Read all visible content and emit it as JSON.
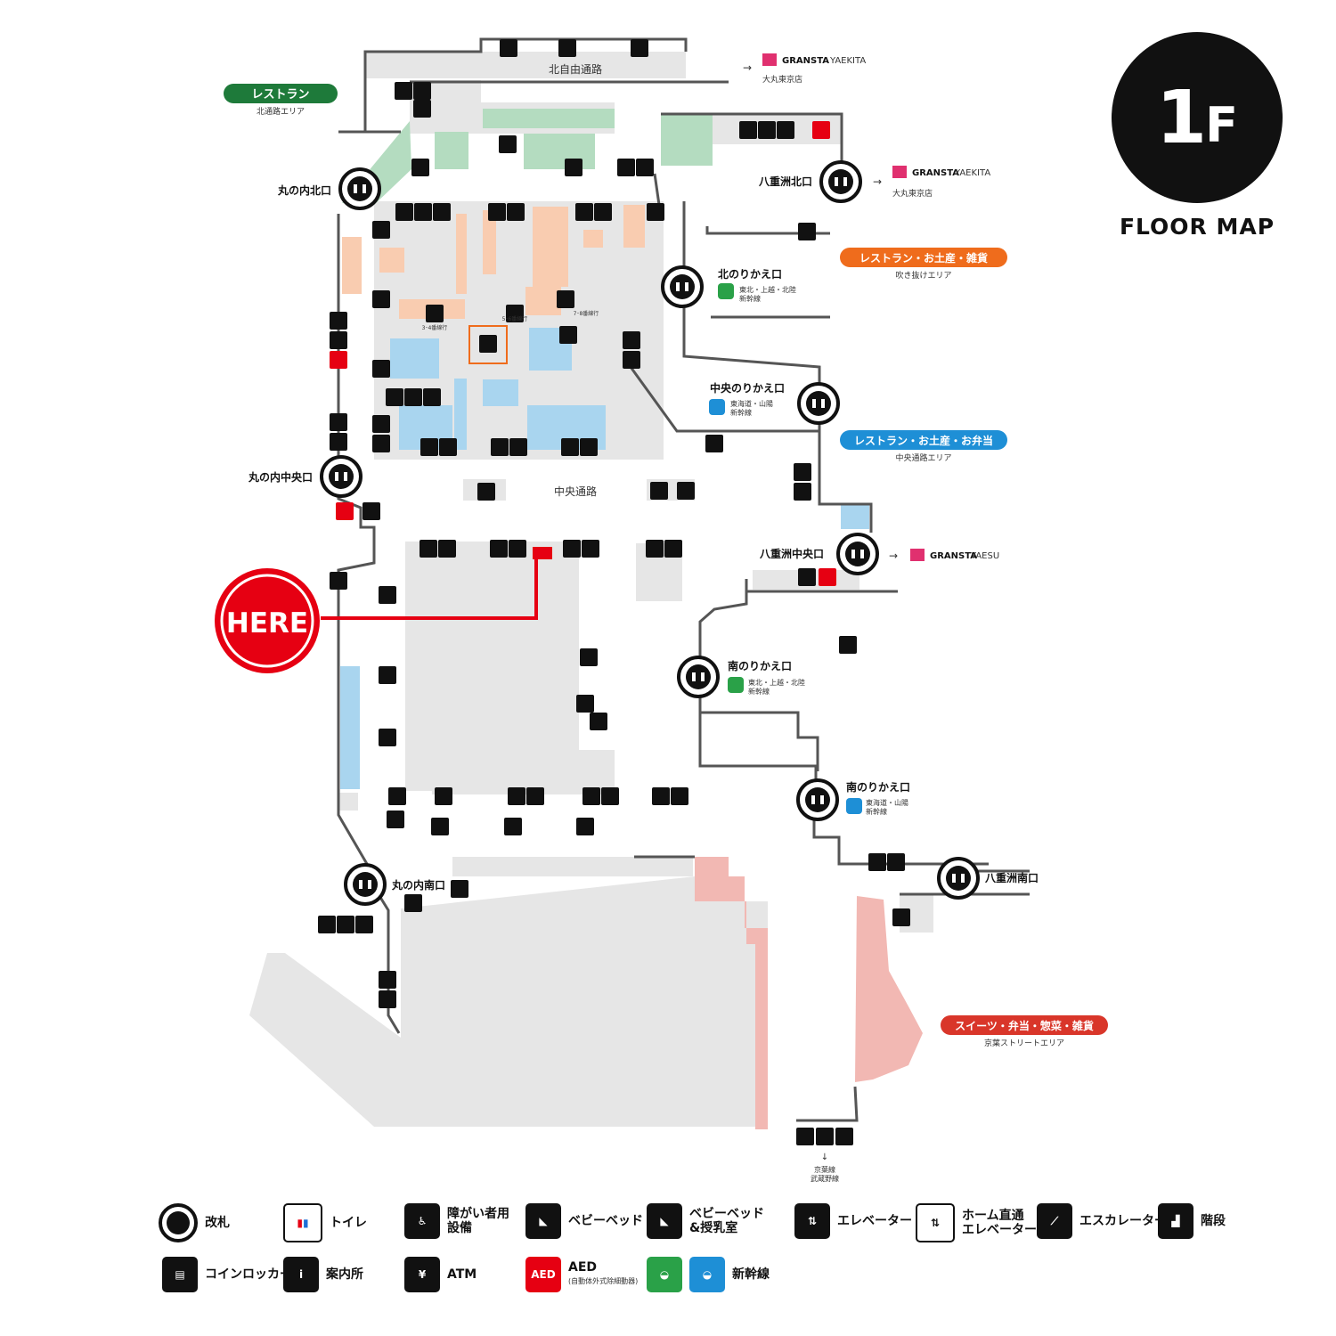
{
  "floor": {
    "number": "1",
    "suffix": "F",
    "caption": "FLOOR MAP"
  },
  "here": "HERE",
  "corridors": {
    "north": "北自由通路",
    "central": "中央通路"
  },
  "gates": {
    "marunouchi_north": "丸の内北口",
    "marunouchi_central": "丸の内中央口",
    "marunouchi_south": "丸の内南口",
    "yaesu_north": "八重洲北口",
    "yaesu_central": "八重洲中央口",
    "yaesu_south": "八重洲南口",
    "north_transfer": "北のりかえ口",
    "central_transfer": "中央のりかえ口",
    "south_transfer_1": "南のりかえ口",
    "south_transfer_2": "南のりかえ口"
  },
  "transfer_lines": {
    "north_1": "東北・上越・北陸",
    "north_2": "新幹線",
    "central_1": "東海道・山陽",
    "central_2": "新幹線",
    "south1_1": "東北・上越・北陸",
    "south1_2": "新幹線",
    "south2_1": "東海道・山陽",
    "south2_2": "新幹線"
  },
  "areas": {
    "restaurant": {
      "title": "レストラン",
      "sub": "北通路エリア",
      "color": "#1e7a3a"
    },
    "orange": {
      "title": "レストラン・お土産・雑貨",
      "sub": "吹き抜けエリア",
      "color": "#ef6c1c"
    },
    "blue": {
      "title": "レストラン・お土産・お弁当",
      "sub": "中央通路エリア",
      "color": "#1e8fd6"
    },
    "red": {
      "title": "スイーツ・弁当・惣菜・雑貨",
      "sub": "京葉ストリートエリア",
      "color": "#d9362a"
    }
  },
  "external": {
    "yaekita_1": {
      "logo": "GRANSTA",
      "logo_sub": "YAEKITA",
      "store": "大丸東京店"
    },
    "yaekita_2": {
      "logo": "GRANSTA",
      "logo_sub": "YAEKITA",
      "store": "大丸東京店"
    },
    "yaesu": {
      "logo": "GRANSTA",
      "logo_sub": "YAESU"
    }
  },
  "platform_notes": {
    "a": "3･4番線行",
    "b": "5･6番線行",
    "c": "7･8番線行"
  },
  "keiyo": {
    "line1": "京葉線",
    "line2": "武蔵野線"
  },
  "legend": {
    "gate": "改札",
    "toilet": "トイレ",
    "accessible": "障がい者用\n設備",
    "baby_bed": "ベビーベッド",
    "nursing": "ベビーベッド\n&授乳室",
    "elevator": "エレベーター",
    "platform_elevator": "ホーム直通\nエレベーター",
    "escalator": "エスカレーター",
    "stairs": "階段",
    "locker": "コインロッカー",
    "info": "案内所",
    "atm": "ATM",
    "aed": "AED",
    "aed_sub": "(自動体外式除細動器)",
    "shinkansen": "新幹線",
    "aed_icon_text": "AED",
    "info_icon_text": "i",
    "atm_icon_text": "¥"
  },
  "colors": {
    "corridor": "#dcdcdc",
    "wall": "#555555",
    "green_zone": "#a9d4b4",
    "orange_zone": "#f8c9ad",
    "blue_zone": "#aad5ef",
    "pink_zone": "#f1b6b1",
    "here_red": "#e60012"
  }
}
